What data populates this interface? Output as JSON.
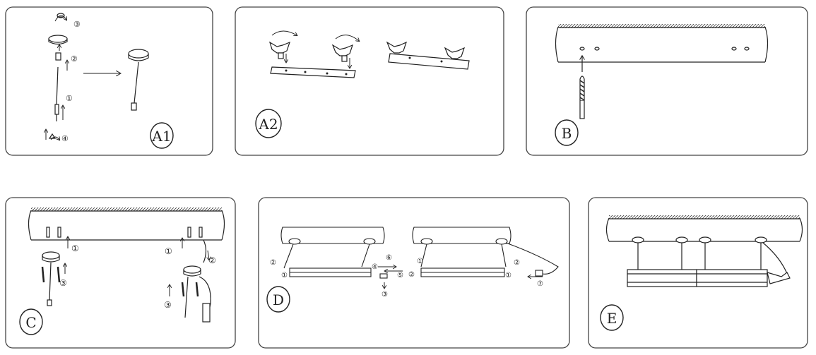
{
  "panels": [
    {
      "id": "A1",
      "label": "A1",
      "steps": [
        "③",
        "②",
        "①",
        "④"
      ]
    },
    {
      "id": "A2",
      "label": "A2",
      "steps": []
    },
    {
      "id": "B",
      "label": "B",
      "steps": []
    },
    {
      "id": "C",
      "label": "C",
      "steps": [
        "①",
        "③",
        "①",
        "②",
        "③"
      ]
    },
    {
      "id": "D",
      "label": "D",
      "steps": [
        "②",
        "①",
        "④",
        "⑥",
        "⑤",
        "③",
        "①",
        "②",
        "②",
        "①",
        "⑦"
      ]
    },
    {
      "id": "E",
      "label": "E",
      "steps": []
    }
  ],
  "colors": {
    "line": "#222222",
    "frame": "#444444",
    "background": "#ffffff"
  }
}
